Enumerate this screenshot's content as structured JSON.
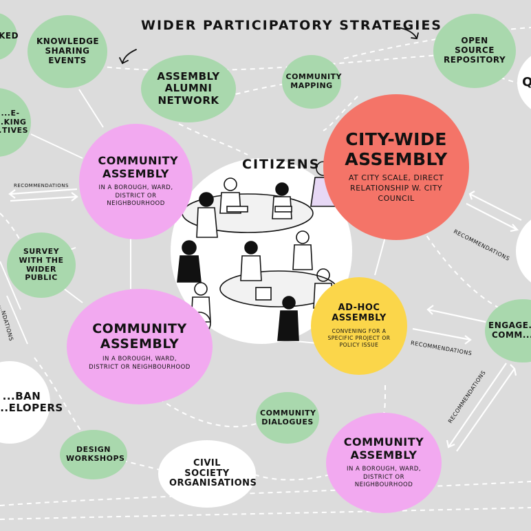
{
  "title": "WIDER PARTICIPATORY STRATEGIES",
  "citizens_label": "CITIZENS",
  "nodes": {
    "partial_left_top": "...KED",
    "knowledge_sharing": "KNOWLEDGE SHARING EVENTS",
    "assembly_alumni": "ASSEMBLY ALUMNI NETWORK",
    "community_mapping": "COMMUNITY MAPPING",
    "open_source": "OPEN SOURCE REPOSITORY",
    "partial_right_top": "Q",
    "decision_making": "...E- ...KING ...TIVES",
    "community_assembly_1": {
      "title": "COMMUNITY ASSEMBLY",
      "sub": "in a BOROUGH, WARD, DISTRICT or NEIGHBOURHOOD"
    },
    "city_wide": {
      "title": "CITY-WIDE ASSEMBLY",
      "sub": "at CITY SCALE, DIRECT RELATIONSHIP w. CITY COUNCIL"
    },
    "survey": "SURVEY with the WIDER PUBLIC",
    "community_assembly_2": {
      "title": "COMMUNITY ASSEMBLY",
      "sub": "in a BOROUGH, WARD, DISTRICT or NEIGHBOURHOOD"
    },
    "ad_hoc": {
      "title": "AD-HOC ASSEMBLY",
      "sub": "CONVENING for a SPECIFIC PROJECT or POLICY ISSUE"
    },
    "engage": "ENGAGE... COMM...",
    "urban_developers": "...BAN ...ELOPERS",
    "community_dialogues": "COMMUNITY DIALOGUES",
    "design_workshops": "DESIGN WORKSHOPS",
    "civil_society": "CIVIL SOCIETY ORGANISATIONS",
    "community_assembly_3": {
      "title": "COMMUNITY ASSEMBLY",
      "sub": "in a BOROUGH, WARD, DISTRICT or NEIGHBOURHOOD"
    }
  },
  "recommendations_label": "RECOMMENDATIONS",
  "recommendations_partial": "...NDATIONS",
  "colors": {
    "background": "#dcdcdc",
    "green": "#a9d8ad",
    "pink": "#f2a9f0",
    "red": "#f47468",
    "yellow": "#fbd64a",
    "white": "#ffffff",
    "ink": "#111111"
  }
}
